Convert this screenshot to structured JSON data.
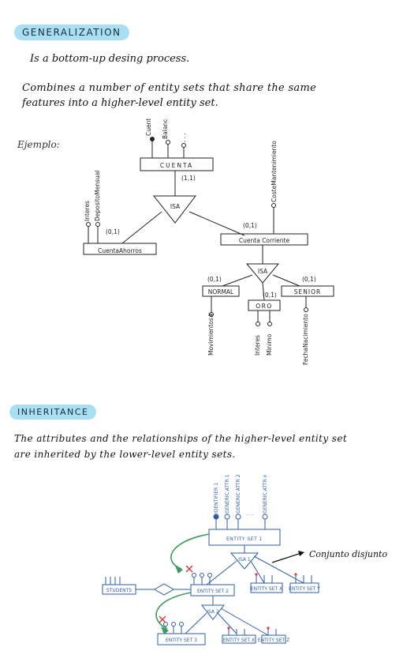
{
  "generalization": {
    "heading": "GENERALIZATION",
    "line1": "Is a bottom-up desing process.",
    "line2a": "Combines a number of entity sets that share the same",
    "line2b": "features into a higher-level entity set.",
    "example_label": "Ejemplo:"
  },
  "diagram1": {
    "cuenta": "CUENTA",
    "cuenta_attr1": "Cuenta#",
    "cuenta_attr2": "Balance",
    "cuenta_dots": ". . .",
    "card_cuenta": "(1,1)",
    "isa1": "ISA",
    "ahorros": "CuentaAhorros",
    "card_ahorros": "(0,1)",
    "ahorros_attr1": "Interes",
    "ahorros_attr2": "DepositoMensual",
    "corriente": "Cuenta Corriente",
    "card_corriente": "(0,1)",
    "corriente_attr": "CosteMantenimiento",
    "isa2": "ISA",
    "normal": "NORMAL",
    "card_normal": "(0,1)",
    "normal_attr": "Movimientos#",
    "oro": "ORO",
    "card_oro": "(0,1)",
    "oro_attr1": "Interes",
    "oro_attr2": "Minimo",
    "senior": "SENIOR",
    "card_senior": "(0,1)",
    "senior_attr": "FechaNacimiento"
  },
  "inheritance": {
    "heading": "INHERITANCE",
    "line1": "The attributes and the relationships of the higher-level entity set",
    "line2": "are inherited by the lower-level entity sets."
  },
  "diagram2": {
    "entity1": "ENTITY SET 1",
    "entity2": "ENTITY SET 2",
    "entity3": "ENTITY SET 3",
    "entityX_top": "ENTITY SET X",
    "entityY_top": "ENTITY SET Y",
    "entityX_bottom": "ENTITY SET X",
    "entityZ_bottom": "ENTITY SET Z",
    "students": "STUDENTS",
    "isa1": "ISA 1",
    "isa2": "ISA 2",
    "attr_id": "IDENTIFIER 1",
    "attr_a": "GENERIC ATTR 1",
    "attr_b": "GENERIC ATTR 2",
    "attr_n": "GENERIC ATTR n",
    "dots": ". . .",
    "annotation": "Conjunto disjunto"
  },
  "colors": {
    "badge": "#a9dff2",
    "blue": "#2d5da8",
    "green_arrow": "#3c9a5f",
    "red_x": "#d83a3a"
  }
}
